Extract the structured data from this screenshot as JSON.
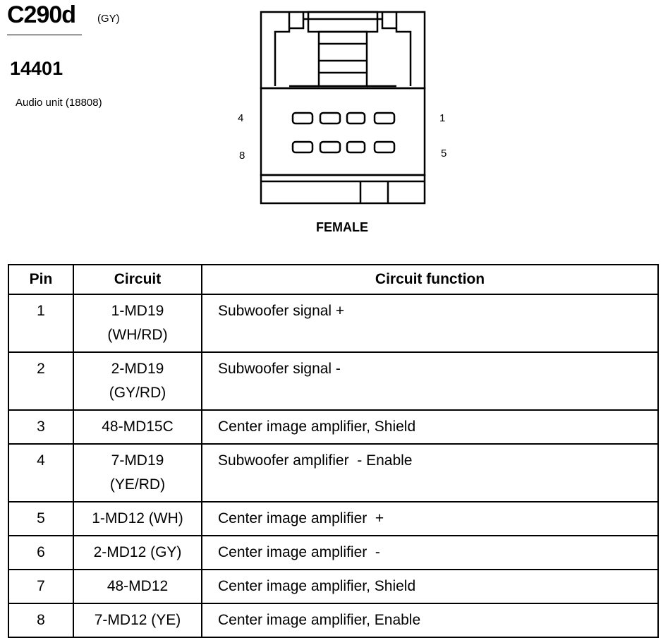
{
  "header": {
    "connector_id": "C290d",
    "connector_color": "(GY)",
    "part_number": "14401",
    "description": "Audio unit (18808)"
  },
  "connector": {
    "pin_labels": {
      "top_left": "4",
      "top_right": "1",
      "bottom_left": "8",
      "bottom_right": "5"
    },
    "gender": "FEMALE"
  },
  "table": {
    "headers": {
      "pin": "Pin",
      "circuit": "Circuit",
      "function": "Circuit function"
    },
    "rows": [
      {
        "pin": "1",
        "circuit": [
          "1-MD19",
          "(WH/RD)"
        ],
        "function": "Subwoofer signal +"
      },
      {
        "pin": "2",
        "circuit": [
          "2-MD19",
          "(GY/RD)"
        ],
        "function": "Subwoofer signal -"
      },
      {
        "pin": "3",
        "circuit": [
          "48-MD15C"
        ],
        "function": "Center image amplifier, Shield"
      },
      {
        "pin": "4",
        "circuit": [
          "7-MD19",
          "(YE/RD)"
        ],
        "function": "Subwoofer amplifier  - Enable"
      },
      {
        "pin": "5",
        "circuit": [
          "1-MD12 (WH)"
        ],
        "function": "Center image amplifier  +"
      },
      {
        "pin": "6",
        "circuit": [
          "2-MD12 (GY)"
        ],
        "function": "Center image amplifier  -"
      },
      {
        "pin": "7",
        "circuit": [
          "48-MD12"
        ],
        "function": "Center image amplifier, Shield"
      },
      {
        "pin": "8",
        "circuit": [
          "7-MD12 (YE)"
        ],
        "function": "Center image amplifier, Enable"
      }
    ]
  }
}
